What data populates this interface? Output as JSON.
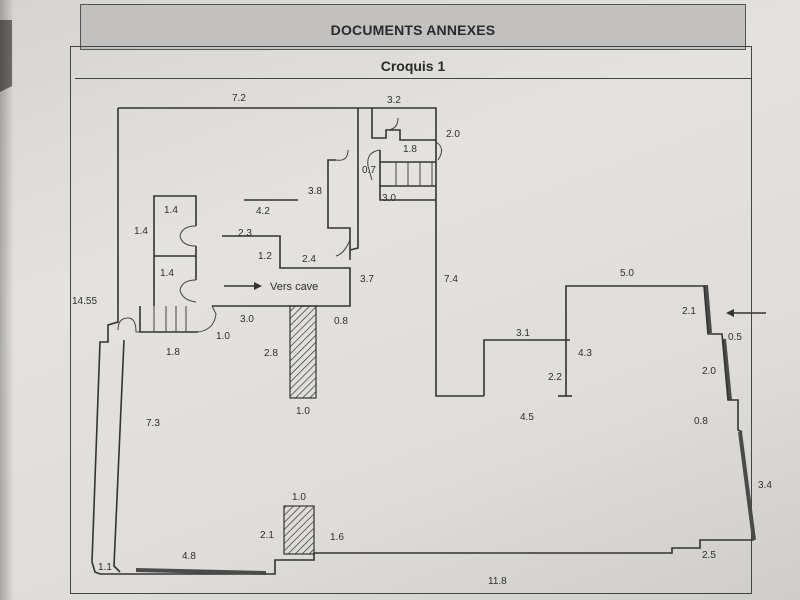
{
  "document": {
    "header": "DOCUMENTS ANNEXES",
    "sketch_title": "Croquis 1",
    "room_label": "Vers cave"
  },
  "dimensions": {
    "top_wall": "7.2",
    "stair_top": "3.2",
    "stair_side": "2.0",
    "stair_inner": "1.8",
    "small_gap": "0.7",
    "stair_bottom": "3.0",
    "corridor_left": "3.8",
    "corridor_upper": "4.2",
    "corridor_mid": "2.3",
    "step_a": "1.2",
    "step_b": "2.4",
    "inner_wall": "3.7",
    "long_side": "7.4",
    "room_top_a": "1.4",
    "room_side_a": "1.4",
    "room_top_b": "1.4",
    "left_height": "14.55",
    "stair_lower": "3.0",
    "door_a": "1.0",
    "stair_lower_base": "1.8",
    "hatch_height": "2.8",
    "hatch_width": "1.0",
    "door_b": "0.8",
    "left_lower": "7.3",
    "right_top": "5.0",
    "right_entry": "2.1",
    "right_small": "0.5",
    "right_step_a": "3.1",
    "right_step_b": "4.3",
    "right_step_c": "2.2",
    "right_bottom": "4.5",
    "right_wall_a": "2.0",
    "right_wall_b": "0.8",
    "right_wall_c": "3.4",
    "bottom_corner": "2.5",
    "bottom_total": "11.8",
    "bottom_window": "4.8",
    "bottom_left": "1.1",
    "pillar_top": "1.0",
    "pillar_left": "2.1",
    "pillar_right": "1.6"
  }
}
